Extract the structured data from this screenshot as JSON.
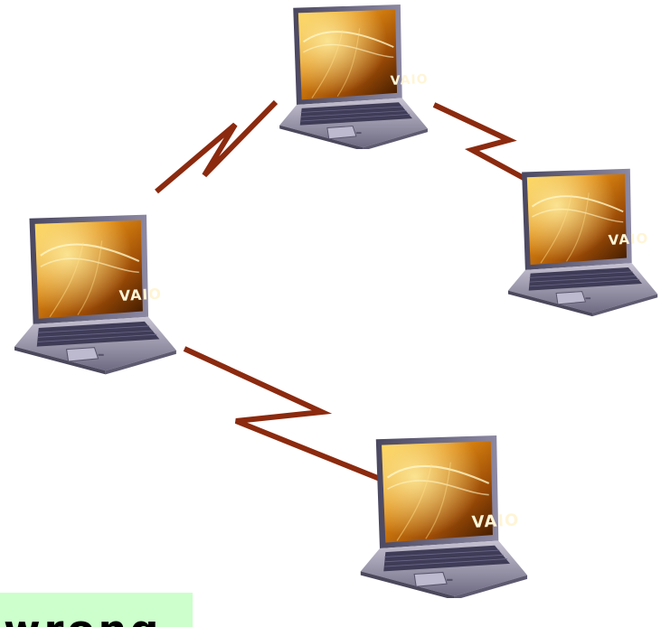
{
  "brand": "VAIO",
  "caption": "wrong",
  "colors": {
    "link": "#8b2a0f",
    "caption_bg": "#ccffcc",
    "screen_dark": "#3a1800",
    "screen_mid": "#d27a0c",
    "screen_light": "#ffcf4a",
    "body": "#a9a5b6",
    "keyboard": "#3f3c57"
  },
  "nodes": [
    {
      "id": "laptop-top",
      "label": "VAIO"
    },
    {
      "id": "laptop-left",
      "label": "VAIO"
    },
    {
      "id": "laptop-right",
      "label": "VAIO"
    },
    {
      "id": "laptop-bottom",
      "label": "VAIO"
    }
  ],
  "links": [
    {
      "id": "link-left-top",
      "from": "laptop-left",
      "to": "laptop-top"
    },
    {
      "id": "link-top-right",
      "from": "laptop-top",
      "to": "laptop-right"
    },
    {
      "id": "link-left-bottom",
      "from": "laptop-left",
      "to": "laptop-bottom"
    }
  ]
}
